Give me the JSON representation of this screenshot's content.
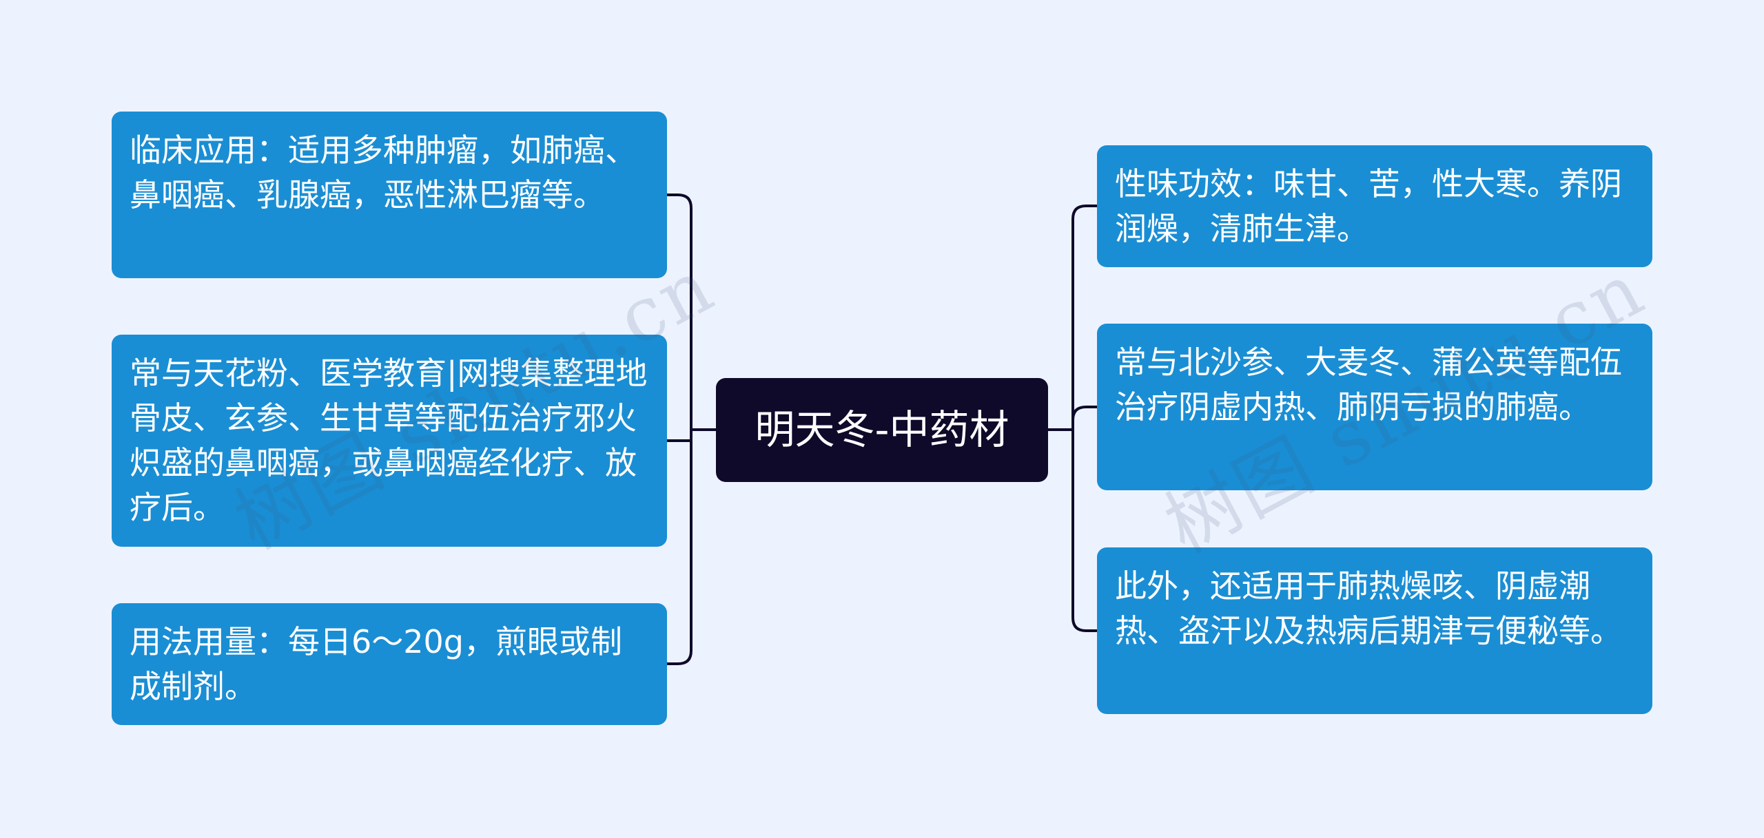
{
  "mind_map": {
    "root": {
      "label": "明天冬-中药材"
    },
    "left_branches": [
      {
        "label": "临床应用：适用多种肿瘤，如肺癌、鼻咽癌、乳腺癌，恶性淋巴瘤等。"
      },
      {
        "label": "常与天花粉、医学教育|网搜集整理地骨皮、玄参、生甘草等配伍治疗邪火炽盛的鼻咽癌，或鼻咽癌经化疗、放疗后。"
      },
      {
        "label": "用法用量：每日6～20g，煎眼或制成制剂。"
      }
    ],
    "right_branches": [
      {
        "label": "性味功效：味甘、苦，性大寒。养阴润燥，清肺生津。"
      },
      {
        "label": "常与北沙参、大麦冬、蒲公英等配伍治疗阴虚内热、肺阴亏损的肺癌。"
      },
      {
        "label": "此外，还适用于肺热燥咳、阴虚潮热、盗汗以及热病后期津亏便秘等。"
      }
    ]
  },
  "watermark": {
    "text": "树图 shutu.cn"
  },
  "colors": {
    "background": "#edf3fe",
    "root_fill": "#0f0a2a",
    "branch_fill": "#1a8ed4",
    "connector": "#0f0a2a",
    "text": "#ffffff"
  }
}
